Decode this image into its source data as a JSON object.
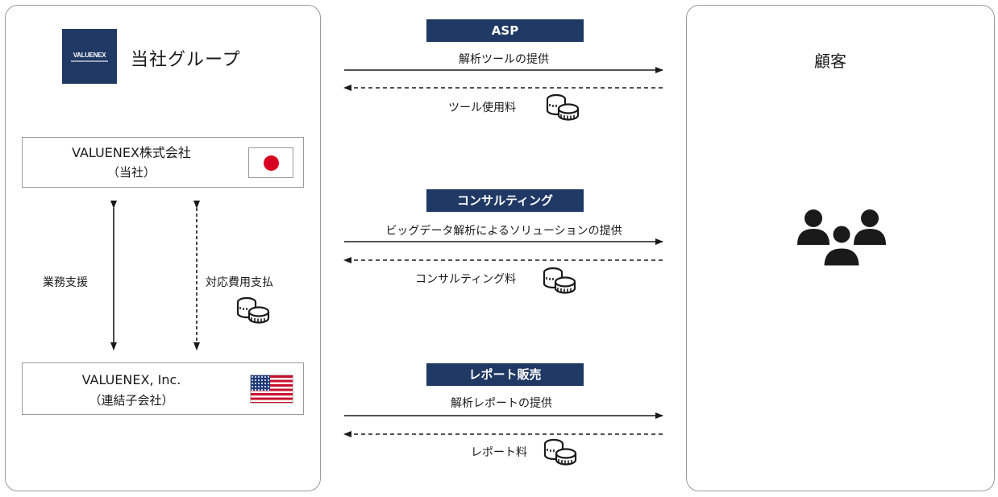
{
  "left_group": {
    "logo_text": "VALUENEX",
    "title": "当社グループ"
  },
  "customer": {
    "title": "顧客"
  },
  "companies": {
    "jp": {
      "name": "VALUENEX株式会社",
      "sub": "（当社）"
    },
    "us": {
      "name": "VALUENEX, Inc.",
      "sub": "（連結子会社）"
    }
  },
  "internal_flows": {
    "support": "業務支援",
    "payment": "対応費用支払"
  },
  "services": [
    {
      "badge": "ASP",
      "provide": "解析ツールの提供",
      "fee": "ツール使用料"
    },
    {
      "badge": "コンサルティング",
      "provide": "ビッグデータ解析によるソリューションの提供",
      "fee": "コンサルティング料"
    },
    {
      "badge": "レポート販売",
      "provide": "解析レポートの提供",
      "fee": "レポート料"
    }
  ],
  "icons": {
    "coins": "coins-icon",
    "people": "people-group-icon",
    "flag_jp": "japan-flag-icon",
    "flag_us": "usa-flag-icon"
  },
  "colors": {
    "badge_navy": "#1f3864",
    "flag_red": "#d80021"
  }
}
